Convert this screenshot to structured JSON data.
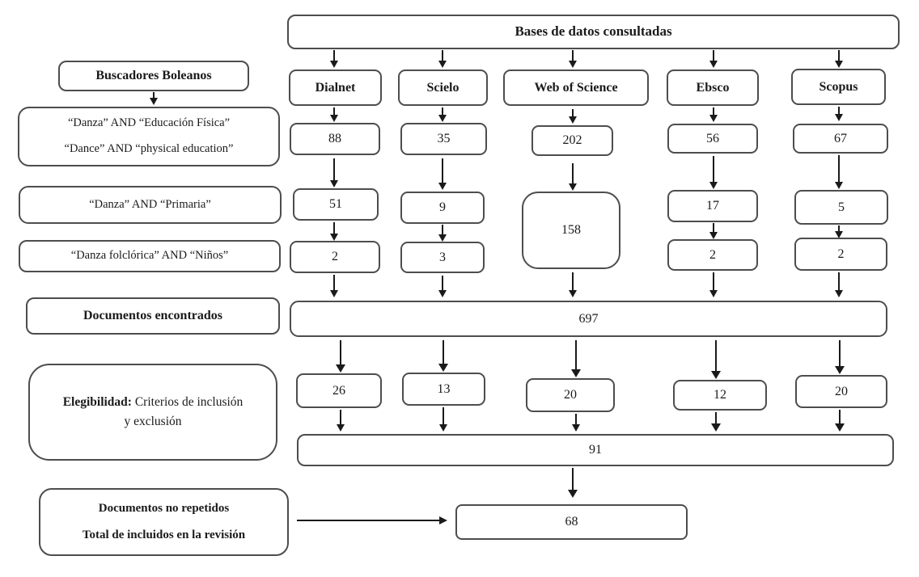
{
  "header": {
    "title": "Bases de datos consultadas"
  },
  "left": {
    "boolean_header": "Buscadores Boleanos",
    "query1_line1": "“Danza” AND “Educación Física”",
    "query1_line2": "“Dance” AND “physical education”",
    "query2": "“Danza” AND “Primaria”",
    "query3": "“Danza folclórica” AND “Niños”",
    "documents_found_label": "Documentos encontrados",
    "eligibility_label": "Elegibilidad:",
    "eligibility_text": "Criterios de inclusión y exclusión",
    "final_line1": "Documentos no repetidos",
    "final_line2": "Total de incluidos en la revisión"
  },
  "databases": [
    {
      "name": "Dialnet",
      "step1": "88",
      "step2": "51",
      "step3": "2",
      "eligible": "26"
    },
    {
      "name": "Scielo",
      "step1": "35",
      "step2": "9",
      "step3": "3",
      "eligible": "13"
    },
    {
      "name": "Web of Science",
      "step1": "202",
      "step2": "158",
      "eligible": "20"
    },
    {
      "name": "Ebsco",
      "step1": "56",
      "step2": "17",
      "step3": "2",
      "eligible": "12"
    },
    {
      "name": "Scopus",
      "step1": "67",
      "step2": "5",
      "step3": "2",
      "eligible": "20"
    }
  ],
  "totals": {
    "documents_found": "697",
    "after_criteria": "91",
    "included": "68"
  }
}
